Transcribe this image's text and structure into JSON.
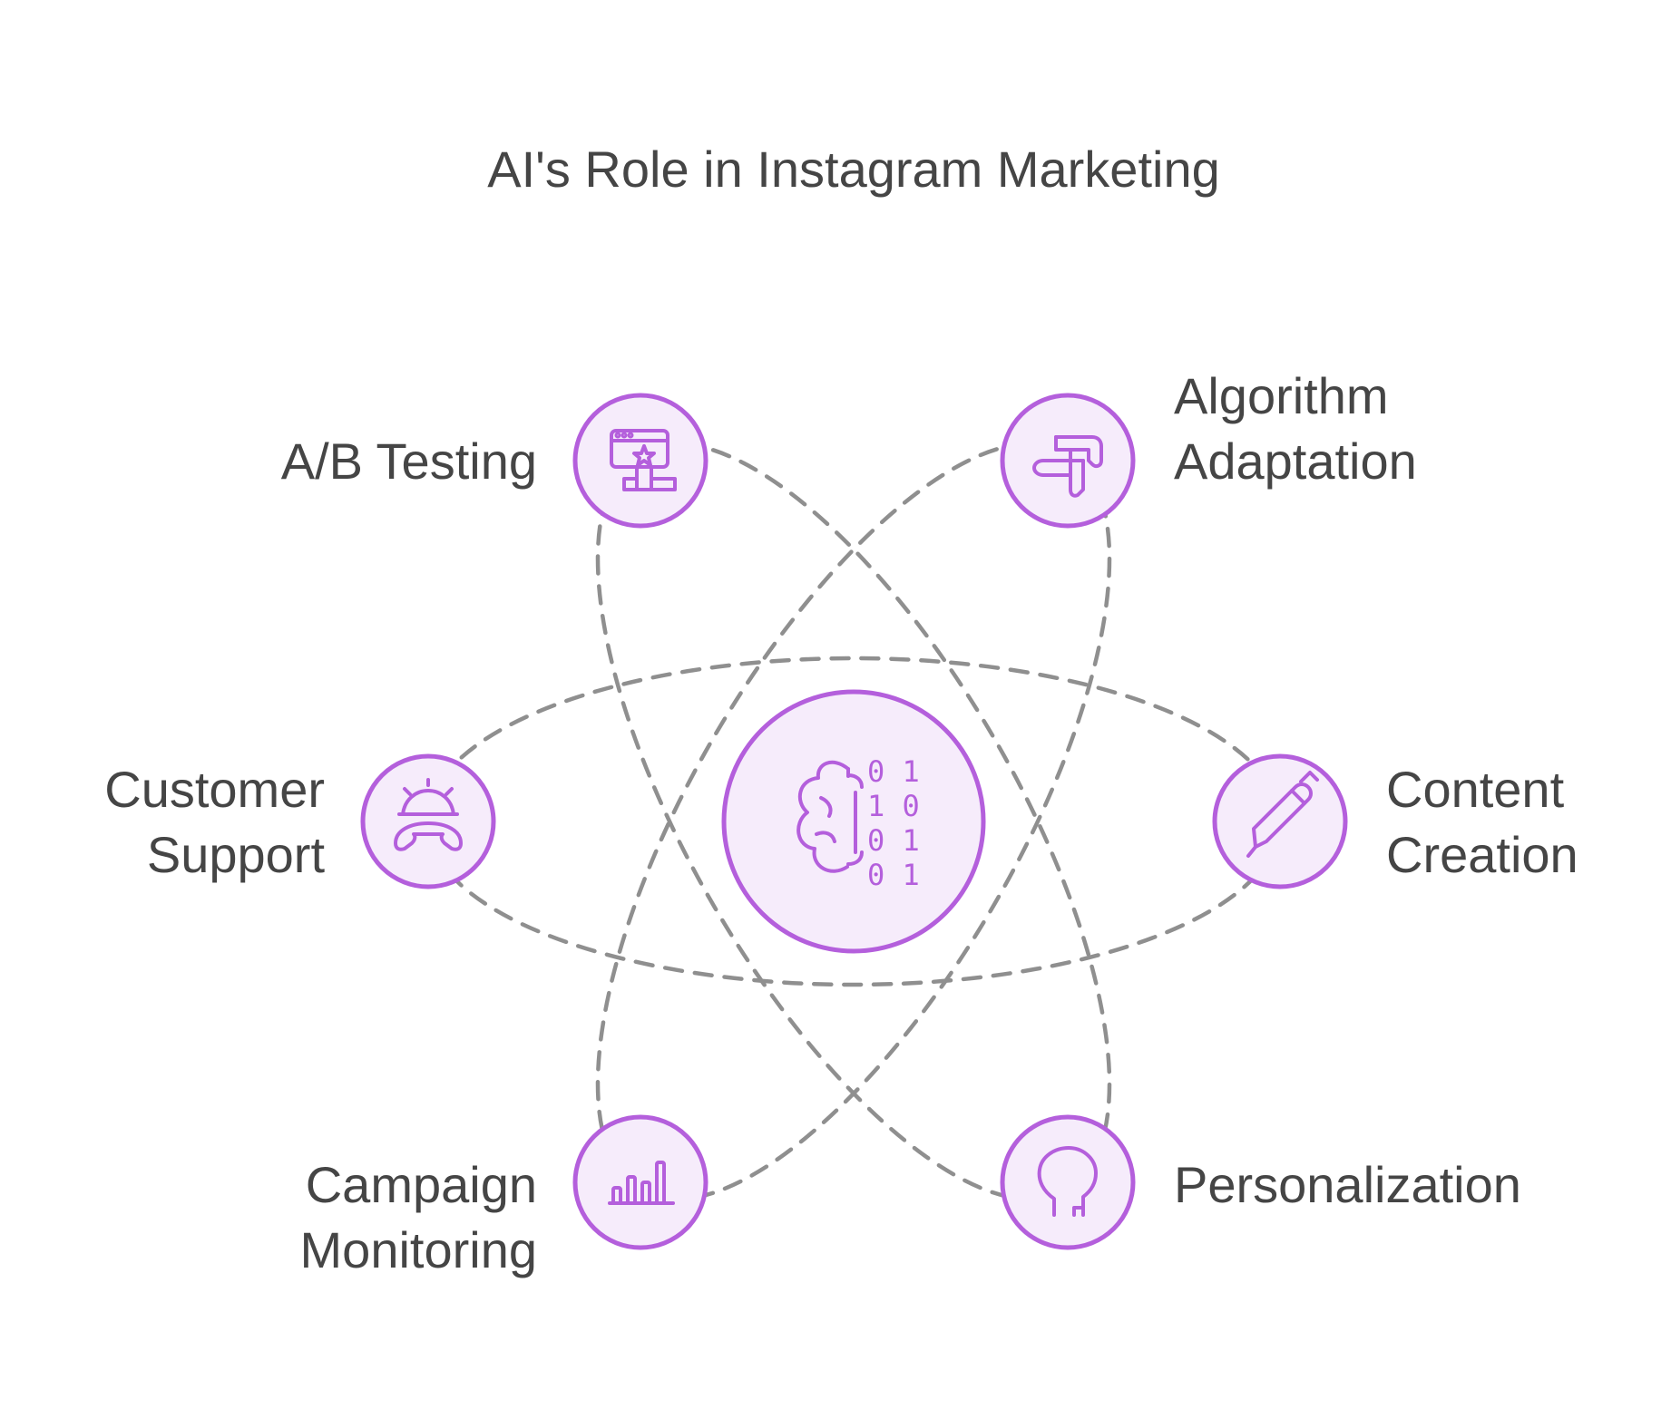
{
  "title": "AI's Role in Instagram Marketing",
  "colors": {
    "accent": "#b45fdc",
    "node_fill": "#f6ecfb",
    "orbit": "#8f8f8f",
    "text": "#454545"
  },
  "center": {
    "icon": "brain-binary-icon"
  },
  "nodes": [
    {
      "id": "ab-testing",
      "label_lines": [
        "A/B Testing"
      ],
      "icon": "ab-test-podium-icon"
    },
    {
      "id": "algorithm-adaptation",
      "label_lines": [
        "Algorithm",
        "Adaptation"
      ],
      "icon": "turn-arrow-icon"
    },
    {
      "id": "customer-support",
      "label_lines": [
        "Customer",
        "Support"
      ],
      "icon": "telephone-support-icon"
    },
    {
      "id": "content-creation",
      "label_lines": [
        "Content",
        "Creation"
      ],
      "icon": "pen-icon"
    },
    {
      "id": "campaign-monitoring",
      "label_lines": [
        "Campaign",
        "Monitoring"
      ],
      "icon": "bar-chart-icon"
    },
    {
      "id": "personalization",
      "label_lines": [
        "Personalization"
      ],
      "icon": "head-profile-icon"
    }
  ]
}
